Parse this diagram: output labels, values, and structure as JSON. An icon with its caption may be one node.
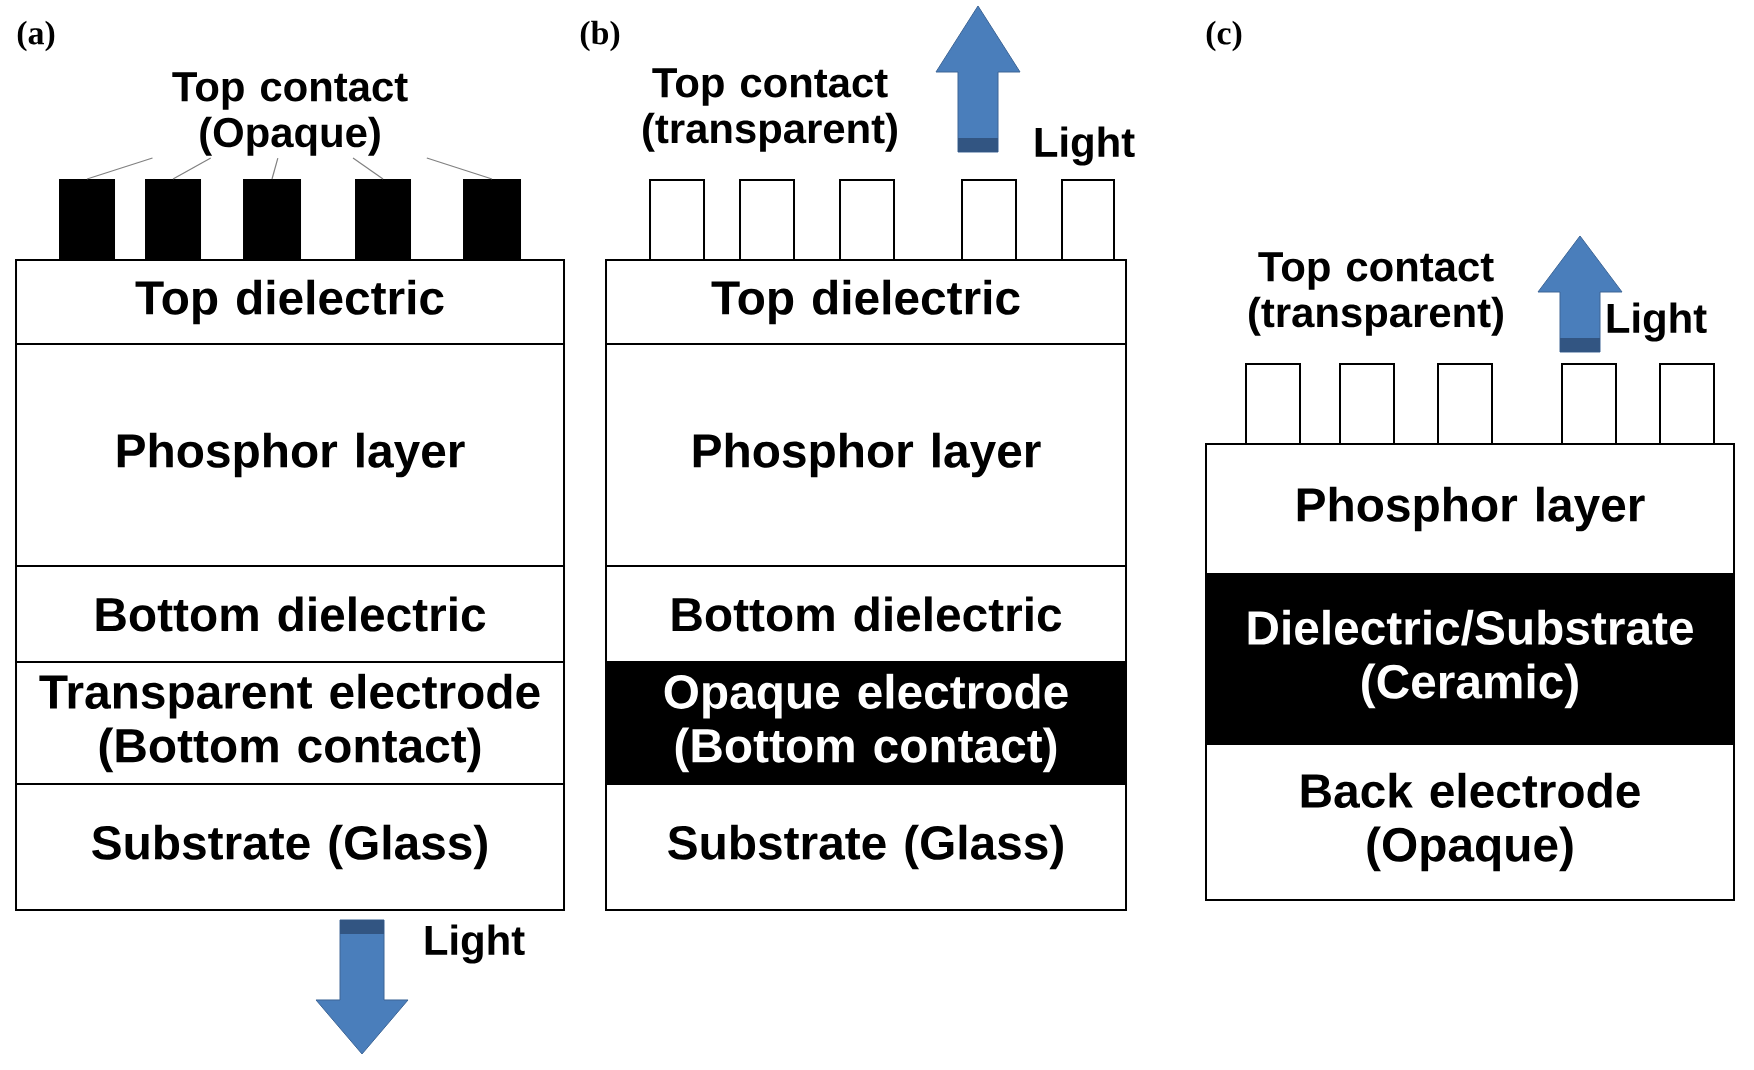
{
  "diagram": {
    "nodes": [
      {
        "text": [
          "Top contact (Opaque)"
        ]
      },
      {
        "text": [],
        "shape": "box"
      },
      {
        "text": [],
        "shape": "box"
      },
      {
        "text": [],
        "shape": "box"
      },
      {
        "text": [],
        "shape": "box"
      },
      {
        "text": [],
        "shape": "box"
      },
      {
        "text": [
          "Top dielectric"
        ]
      },
      {
        "text": [
          "Phosphor layer"
        ]
      },
      {
        "text": [
          "Bottom dielectric"
        ]
      },
      {
        "text": [
          "Transparent electrode (Bottom contact)"
        ]
      },
      {
        "text": [
          "Substrate (Glass)"
        ]
      },
      {
        "text": [],
        "shape": "box"
      },
      {
        "text": [],
        "shape": "box"
      },
      {
        "text": [],
        "shape": "box"
      },
      {
        "text": [],
        "shape": "box"
      },
      {
        "text": [],
        "shape": "box"
      },
      {
        "text": [
          "Top dielectric"
        ]
      },
      {
        "text": [
          "Phosphor layer"
        ]
      },
      {
        "text": [
          "Bottom dielectric"
        ]
      },
      {
        "text": [
          "Opaque electrode (Bottom contact)"
        ]
      },
      {
        "text": [
          "Substrate (Glass)"
        ]
      },
      {
        "text": [],
        "shape": "box"
      },
      {
        "text": [],
        "shape": "box"
      },
      {
        "text": [],
        "shape": "box"
      },
      {
        "text": [],
        "shape": "box"
      },
      {
        "text": [],
        "shape": "box"
      },
      {
        "text": [
          "Phosphor layer"
        ]
      },
      {
        "text": [
          "Dielectric/Substrate (Ceramic)"
        ]
      },
      {
        "text": [
          "Back electrode (Opaque)"
        ]
      }
    ],
    "edges": [
      {
        "from": 0,
        "to": 1,
        "arrow": "none"
      },
      {
        "from": 0,
        "to": 2,
        "arrow": "none"
      },
      {
        "from": 0,
        "to": 3,
        "arrow": "none"
      },
      {
        "from": 0,
        "to": 4,
        "arrow": "none"
      },
      {
        "from": 0,
        "to": 5,
        "arrow": "none"
      }
    ],
    "labels": [
      "(a)",
      "(b)",
      "(c)",
      "Top contact (transparent)",
      "Light",
      "Top contact (transparent)",
      "Light",
      "Light"
    ]
  }
}
